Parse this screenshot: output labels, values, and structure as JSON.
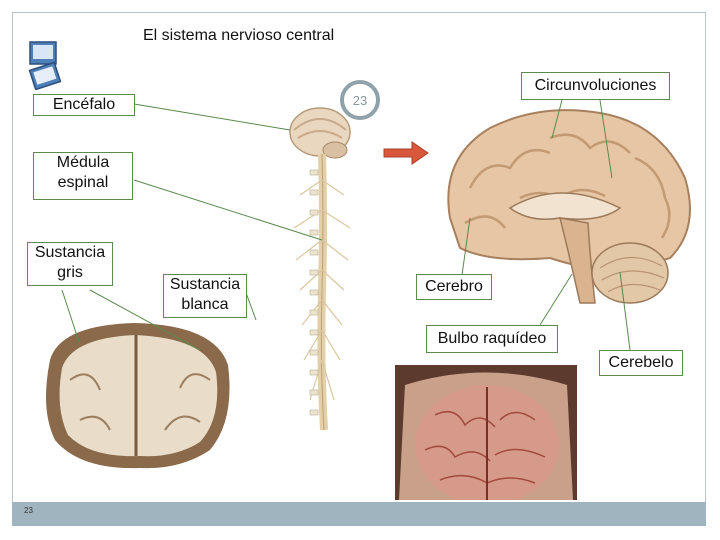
{
  "slide": {
    "title": "El sistema nervioso central",
    "badge_number": "23",
    "page_number": "23"
  },
  "labels": {
    "encefalo": "Encéfalo",
    "medula": "Médula espinal",
    "sustancia_gris": "Sustancia gris",
    "sustancia_blanca": "Sustancia blanca",
    "circunvoluciones": "Circunvoluciones",
    "cerebro": "Cerebro",
    "bulbo": "Bulbo raquídeo",
    "cerebelo": "Cerebelo"
  },
  "colors": {
    "leader_line": "#5a8a4e",
    "arrow": "#d9583b",
    "badge_ring": "#8fa2aa",
    "footer_bar": "#9fb4bf"
  },
  "icons": [
    "slide-thumbnail-icon",
    "arrow-right-icon"
  ]
}
